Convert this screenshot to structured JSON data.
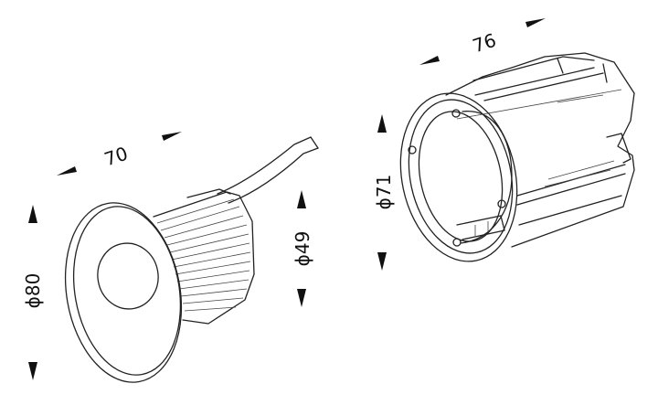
{
  "dimensions": {
    "fixture_length": "70",
    "fixture_flange_diameter": "ϕ80",
    "fixture_body_diameter": "ϕ49",
    "sleeve_length": "76",
    "sleeve_diameter": "ϕ71"
  }
}
